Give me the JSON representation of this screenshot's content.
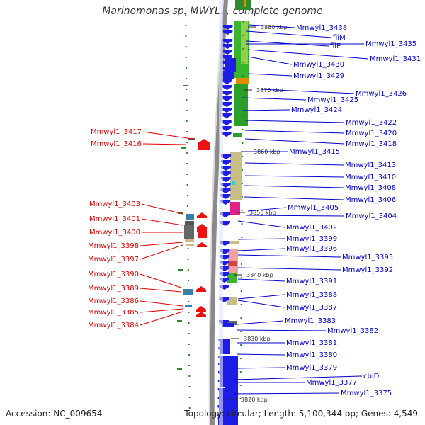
{
  "title": "Marinomonas sp. MWYL1, complete genome",
  "footer": {
    "accession": "Accession: NC_009654",
    "topology": "Topology: circular; Length: 5,100,344 bp; Genes: 4,549"
  },
  "colors": {
    "forward_label": "#0000cc",
    "reverse_label": "#dd0000",
    "forward_gene": "#1d1de6",
    "reverse_gene": "#ee1111",
    "backbone": "#8a8a8a"
  },
  "scale_ticks": [
    "3880 kbp",
    "3870 kbp",
    "3860 kbp",
    "3850 kbp",
    "3840 kbp",
    "3830 kbp",
    "3820 kbp"
  ],
  "forward_labels": [
    "Mmwyl1_3438",
    "fliM",
    "fliP",
    "Mmwyl1_3435",
    "Mmwyl1_3431",
    "Mmwyl1_3430",
    "Mmwyl1_3429",
    "Mmwyl1_3426",
    "Mmwyl1_3425",
    "Mmwyl1_3424",
    "Mmwyl1_3422",
    "Mmwyl1_3420",
    "Mmwyl1_3418",
    "Mmwyl1_3415",
    "Mmwyl1_3413",
    "Mmwyl1_3410",
    "Mmwyl1_3408",
    "Mmwyl1_3406",
    "Mmwyl1_3405",
    "Mmwyl1_3404",
    "Mmwyl1_3402",
    "Mmwyl1_3399",
    "Mmwyl1_3396",
    "Mmwyl1_3395",
    "Mmwyl1_3392",
    "Mmwyl1_3391",
    "Mmwyl1_3388",
    "Mmwyl1_3387",
    "Mmwyl1_3383",
    "Mmwyl1_3382",
    "Mmwyl1_3381",
    "Mmwyl1_3380",
    "Mmwyl1_3379",
    "cbiD",
    "Mmwyl1_3377",
    "Mmwyl1_3375"
  ],
  "reverse_labels": [
    "Mmwyl1_3417",
    "Mmwyl1_3416",
    "Mmwyl1_3403",
    "Mmwyl1_3401",
    "Mmwyl1_3400",
    "Mmwyl1_3398",
    "Mmwyl1_3397",
    "Mmwyl1_3390",
    "Mmwyl1_3389",
    "Mmwyl1_3386",
    "Mmwyl1_3385",
    "Mmwyl1_3384"
  ]
}
